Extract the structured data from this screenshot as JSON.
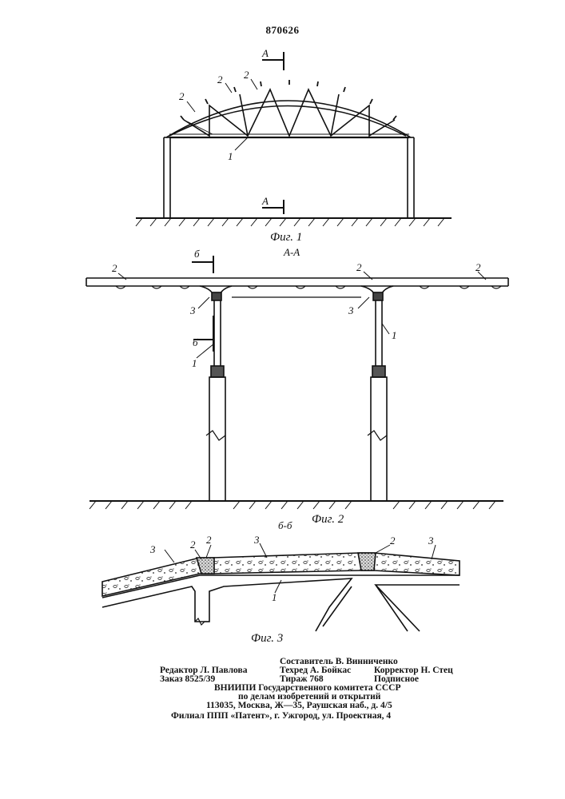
{
  "document": {
    "patent_number": "870626",
    "figures": {
      "fig1": {
        "caption": "Фиг. 1",
        "section_marker": "А",
        "callouts": {
          "truss": "1",
          "panel_a": "2",
          "panel_b": "2",
          "panel_c": "2"
        }
      },
      "fig2": {
        "caption": "Фиг. 2",
        "section_title": "А-А",
        "section_marker": "б",
        "callouts": {
          "panel_left": "2",
          "panel_mid": "2",
          "panel_right": "2",
          "joint_left": "3",
          "joint_right": "3",
          "column_left": "1",
          "column_right": "1"
        }
      },
      "fig3": {
        "caption": "Фиг. 3",
        "section_title": "б-б",
        "callouts": {
          "fill_left": "3",
          "fill_mid": "3",
          "fill_right": "3",
          "seal_left_a": "2",
          "seal_left_b": "2",
          "seal_right": "2",
          "truss": "1"
        }
      }
    },
    "colophon": {
      "compiler": "Составитель В. Винниченко",
      "editor": "Редактор Л. Павлова",
      "techred": "Техред А. Бойкас",
      "corrector": "Корректор Н. Стец",
      "order": "Заказ 8525/39",
      "circulation": "Тираж 768",
      "subscription": "Подписное",
      "institute": "ВНИИПИ Государственного комитета СССР",
      "committee": "по делам изобретений и открытий",
      "address": "113035, Москва, Ж—35, Раушская наб., д. 4/5",
      "branch": "Филиал ППП «Патент», г. Ужгород, ул. Проектная, 4"
    }
  }
}
